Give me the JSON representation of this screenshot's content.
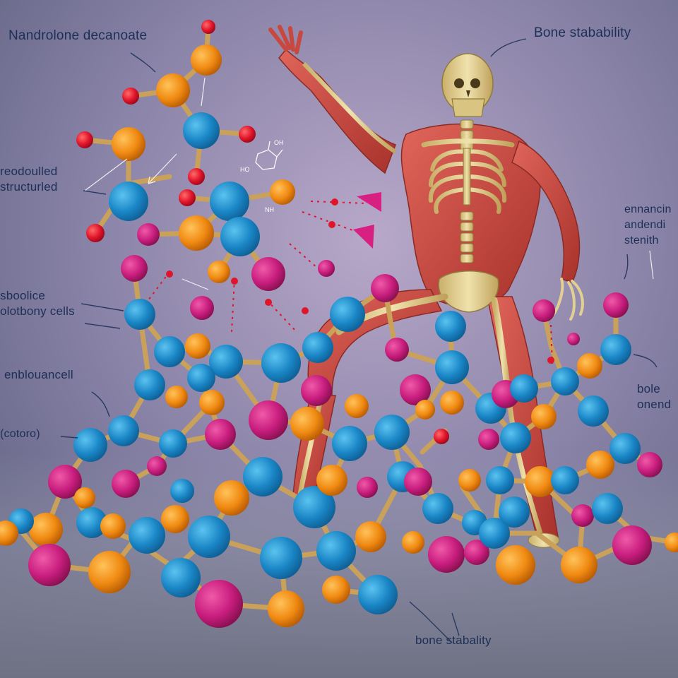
{
  "colors": {
    "background_top": "#5f5f86",
    "background_bottom": "#d9d9e3",
    "atom_blue": "#1e88c8",
    "atom_orange": "#f08a12",
    "atom_magenta": "#c81d7e",
    "atom_red": "#e0142a",
    "bond": "#c9a15a",
    "muscle": "#c8473e",
    "bone": "#e2cf92",
    "label_text": "#1d2f55"
  },
  "labels": {
    "top_left": "Nandrolone decanoate",
    "top_right": "Bone stabability",
    "left_1": [
      "reodoulled",
      "structurled"
    ],
    "left_2": [
      "sboolice",
      "olotbony cells"
    ],
    "left_3": "enblouancell",
    "left_4": "(cotoro)",
    "right_1": [
      "ennancin",
      "andendi",
      "stenith"
    ],
    "right_2": [
      "bole",
      "onend"
    ],
    "bottom": "bone stabality"
  },
  "formula": {
    "oh": "OH",
    "ho": "HO",
    "nh": "NH"
  }
}
